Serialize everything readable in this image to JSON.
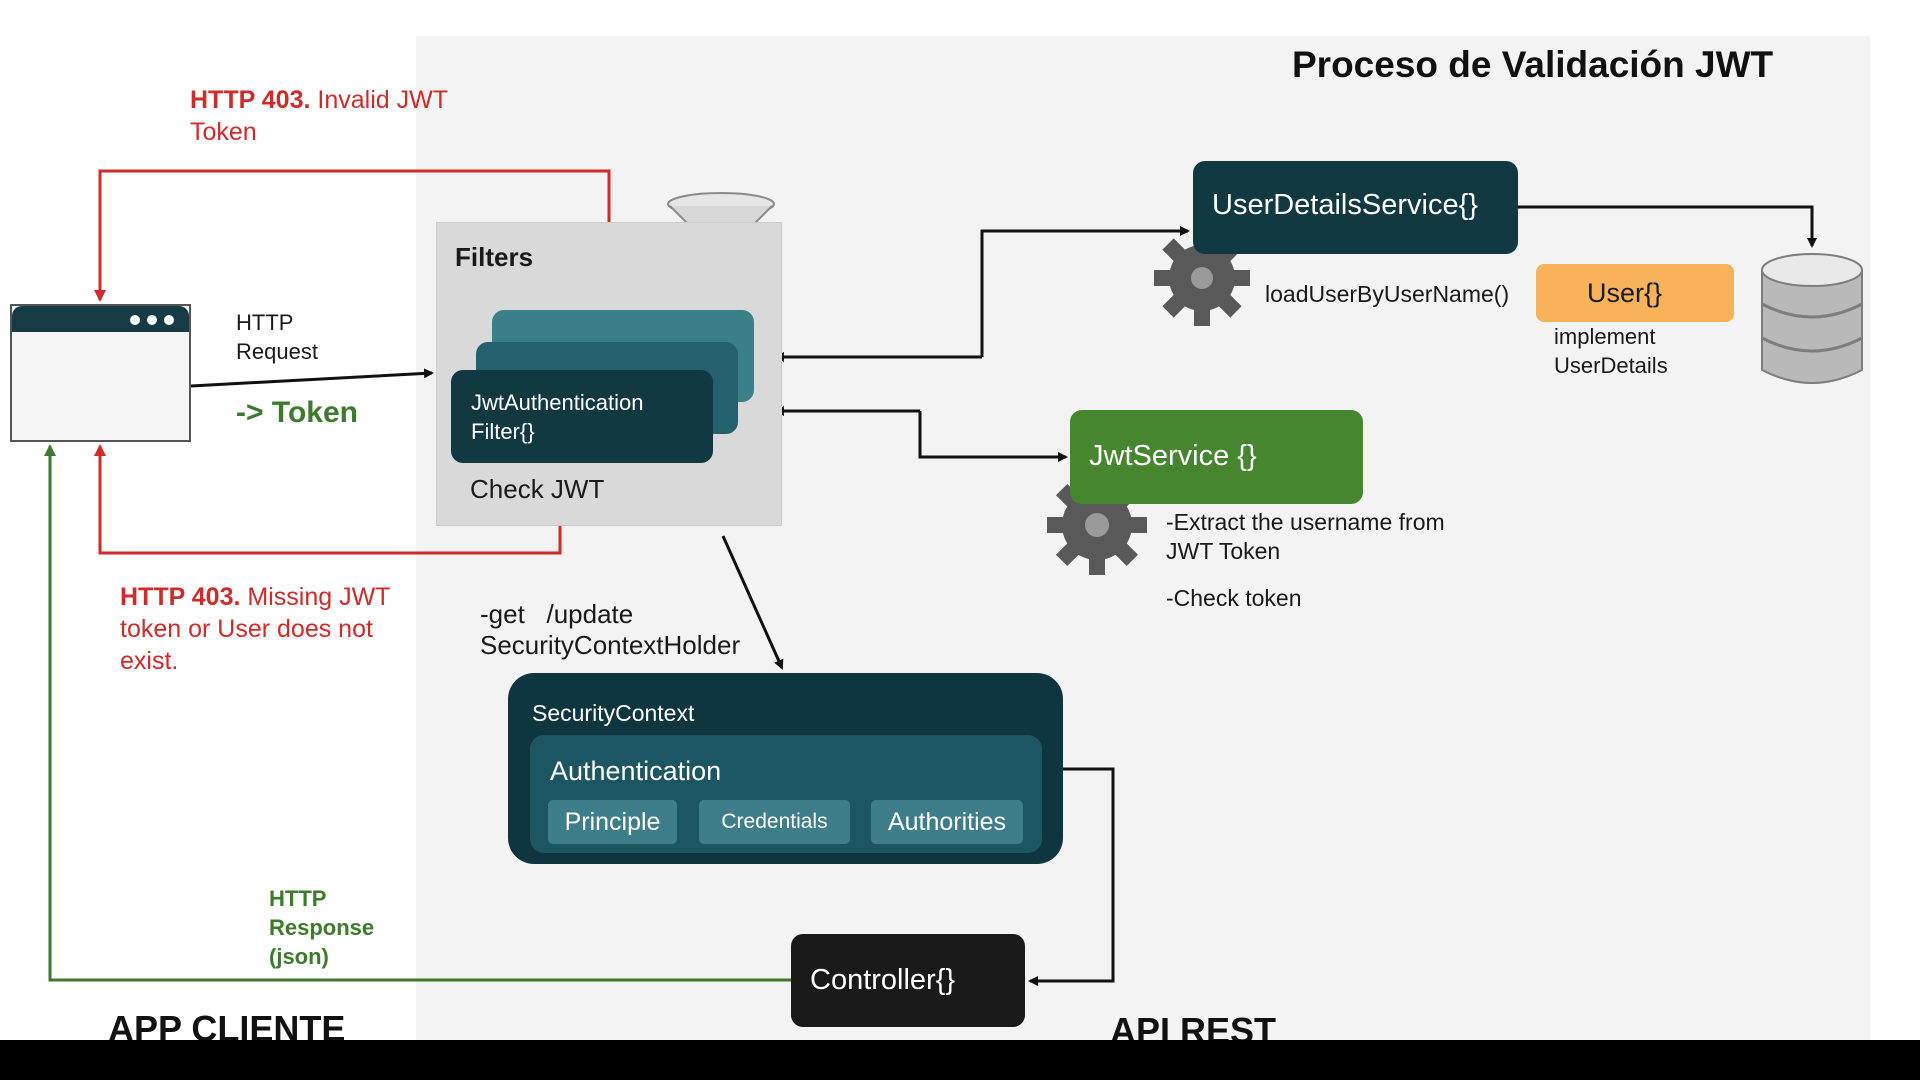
{
  "title": "Proceso de Validación JWT",
  "regions": {
    "client": "APP CLIENTE",
    "api": "API REST"
  },
  "client_browser": {
    "dots": 3
  },
  "request": {
    "label": "HTTP\nRequest",
    "token": "-> Token"
  },
  "errors": {
    "invalid_code": "HTTP 403.",
    "invalid_text": " Invalid JWT\nToken",
    "missing_code": "HTTP 403.",
    "missing_text": " Missing JWT\ntoken or User does not\nexist."
  },
  "response": {
    "label": "HTTP\nResponse\n(json)"
  },
  "filters": {
    "label": "Filters",
    "card": "JwtAuthentication\nFilter{}",
    "caption": "Check JWT"
  },
  "user_details_service": {
    "label": "UserDetailsService{}",
    "method": "loadUserByUserName()"
  },
  "user": {
    "label": "User{}",
    "note": "implement\nUserDetails"
  },
  "jwt_service": {
    "label": "JwtService {}",
    "note1": "-Extract the username from\nJWT Token",
    "note2": "-Check token"
  },
  "security_context_holder": {
    "label": "-get   /update\nSecurityContextHolder"
  },
  "security_context": {
    "label": "SecurityContext",
    "authentication": "Authentication",
    "fields": [
      "Principle",
      "Credentials",
      "Authorities"
    ]
  },
  "controller": {
    "label": "Controller{}"
  },
  "colors": {
    "error": "#d12a2a",
    "success": "#3d7a2c",
    "dark_teal": "#123842",
    "green_box": "#46862f",
    "orange_box": "#f7b25a"
  }
}
